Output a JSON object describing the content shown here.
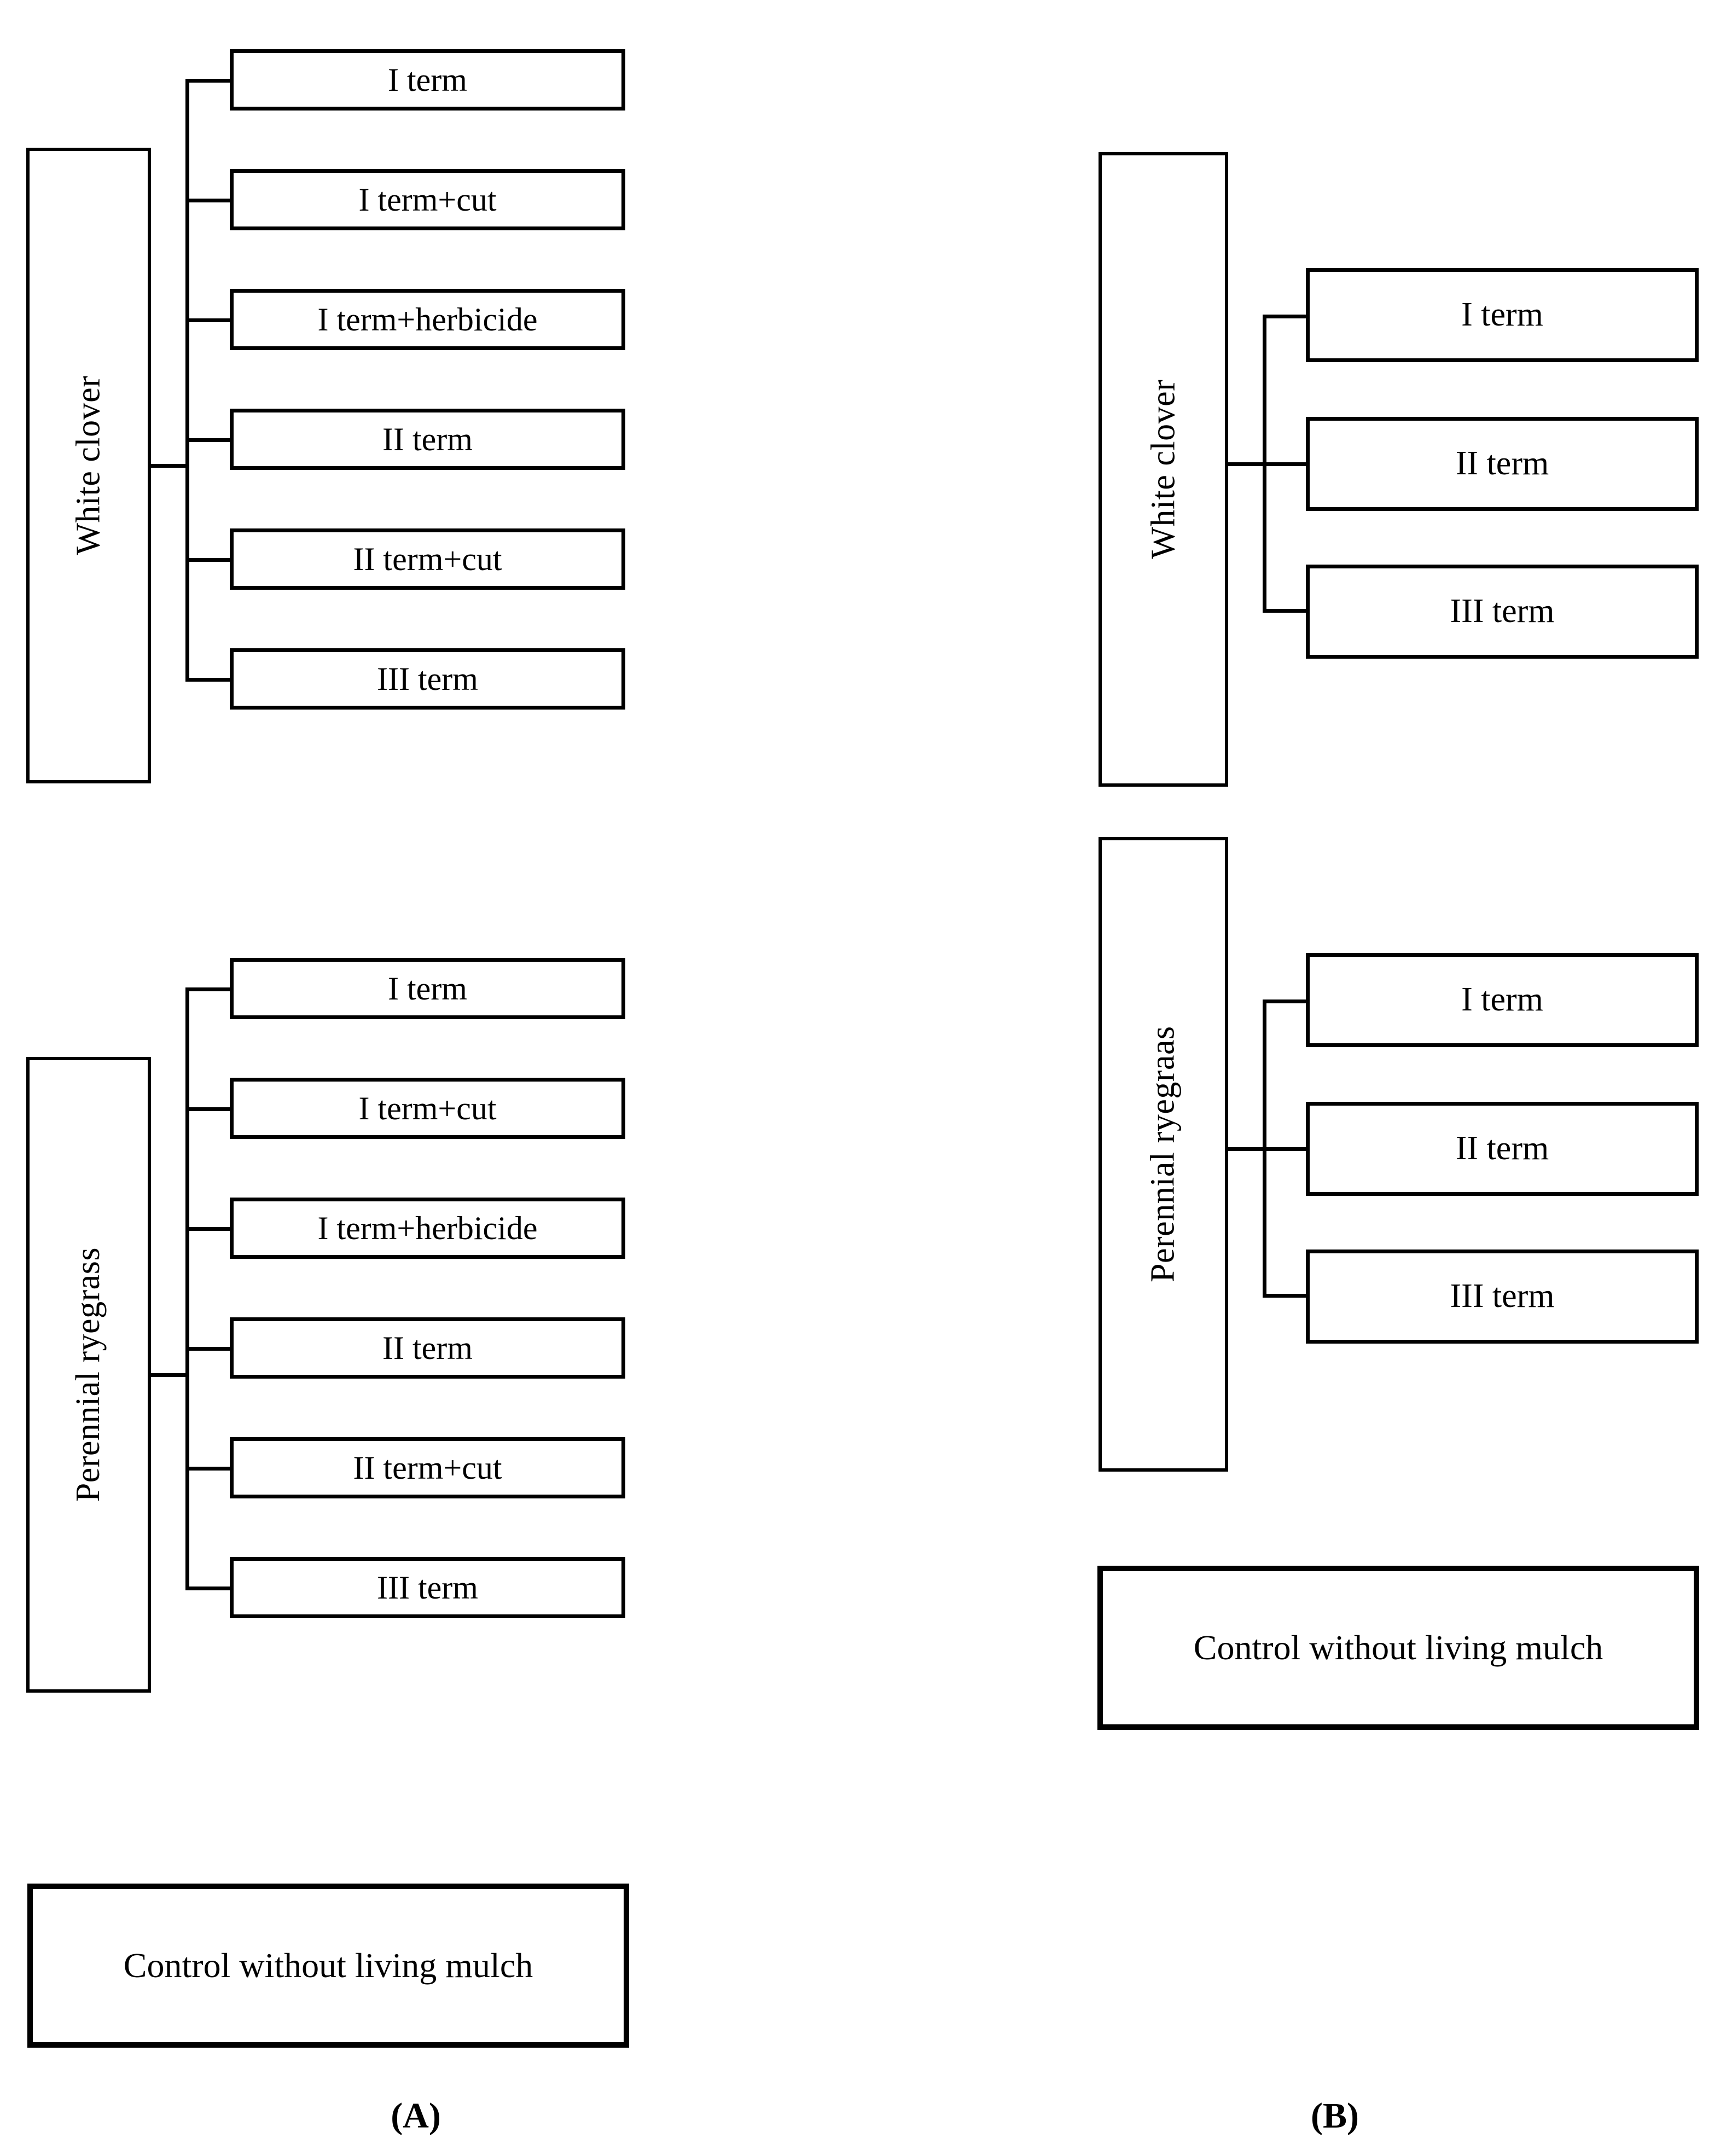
{
  "figure": {
    "panels": [
      {
        "id": "A",
        "caption": "(A)",
        "groups": [
          {
            "parent": "White clover",
            "children": [
              "I term",
              "I term+cut",
              "I term+herbicide",
              "II term",
              "II term+cut",
              "III term"
            ]
          },
          {
            "parent": "Perennial ryegrass",
            "children": [
              "I term",
              "I term+cut",
              "I term+herbicide",
              "II term",
              "II term+cut",
              "III term"
            ]
          }
        ],
        "control": "Control without living mulch"
      },
      {
        "id": "B",
        "caption": "(B)",
        "groups": [
          {
            "parent": "White clover",
            "children": [
              "I term",
              "II term",
              "III term"
            ]
          },
          {
            "parent": "Perennial ryegraas",
            "children": [
              "I term",
              "II term",
              "III term"
            ]
          }
        ],
        "control": "Control without living mulch"
      }
    ],
    "colors": {
      "stroke": "#000000",
      "fill": "#ffffff",
      "text": "#000000"
    }
  }
}
